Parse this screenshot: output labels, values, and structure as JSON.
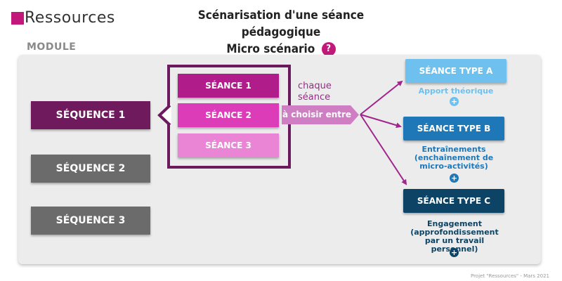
{
  "logo": {
    "text": "Ressources"
  },
  "header": {
    "title_line1": "Scénarisation d'une séance pédagogique",
    "title_line2": "Micro scénario",
    "help_icon": "?"
  },
  "module": {
    "label": "MODULE"
  },
  "sequences": [
    {
      "label": "SÉQUENCE 1",
      "color": "#6e1a5c"
    },
    {
      "label": "SÉQUENCE 2",
      "color": "#6b6b6b"
    },
    {
      "label": "SÉQUENCE 3",
      "color": "#6b6b6b"
    }
  ],
  "seances": [
    {
      "label": "SÉANCE 1",
      "color": "#b01c8a"
    },
    {
      "label": "SÉANCE 2",
      "color": "#dd3cb9"
    },
    {
      "label": "SÉANCE 3",
      "color": "#ea85d6"
    }
  ],
  "connector": {
    "each_text": "chaque séance",
    "choose_text": "à choisir entre",
    "arrow_color": "#d07ec4"
  },
  "types": [
    {
      "label": "SÉANCE TYPE A",
      "color": "#6ec1ee",
      "desc": "Apport théorique",
      "desc_color": "#6ec1ee"
    },
    {
      "label": "SÉANCE TYPE B",
      "color": "#1e78b8",
      "desc": "Entraînements (enchaînement de micro-activités)",
      "desc_color": "#1e78b8"
    },
    {
      "label": "SÉANCE TYPE C",
      "color": "#0d4466",
      "desc": "Engagement (approfondissement par un travail personnel)",
      "desc_color": "#0d4466"
    }
  ],
  "plus_symbol": "+",
  "footer": {
    "text": "Projet \"Ressources\" - Mars 2021"
  }
}
